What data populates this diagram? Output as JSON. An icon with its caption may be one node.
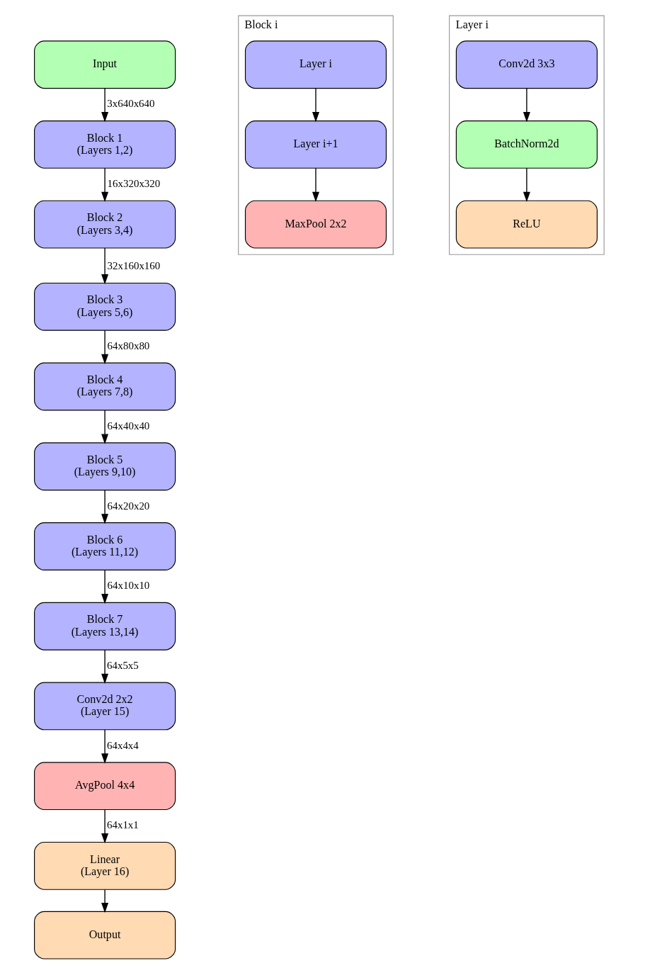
{
  "diagram": {
    "nodes": [
      {
        "text": [
          "Input"
        ]
      },
      {
        "text": [
          "Block 1",
          "(Layers 1,2)"
        ]
      },
      {
        "text": [
          "Block 2",
          "(Layers 3,4)"
        ]
      },
      {
        "text": [
          "Block 3",
          "(Layers 5,6)"
        ]
      },
      {
        "text": [
          "Block 4",
          "(Layers 7,8)"
        ]
      },
      {
        "text": [
          "Block 5",
          "(Layers 9,10)"
        ]
      },
      {
        "text": [
          "Block 6",
          "(Layers 11,12)"
        ]
      },
      {
        "text": [
          "Block 7",
          "(Layers 13,14)"
        ]
      },
      {
        "text": [
          "Conv2d 2x2",
          "(Layer 15)"
        ]
      },
      {
        "text": [
          "AvgPool 4x4"
        ]
      },
      {
        "text": [
          "Linear",
          "(Layer 16)"
        ]
      },
      {
        "text": [
          "Output"
        ]
      },
      {
        "text": [
          "Block i"
        ]
      },
      {
        "text": [
          "Layer i"
        ],
        "in": 12
      },
      {
        "text": [
          "Layer i+1"
        ],
        "in": 12
      },
      {
        "text": [
          "MaxPool 2x2"
        ],
        "in": 12
      },
      {
        "text": [
          "Layer i"
        ]
      },
      {
        "text": [
          "Conv2d 3x3"
        ],
        "in": 16
      },
      {
        "text": [
          "BatchNorm2d"
        ],
        "in": 16
      },
      {
        "text": [
          "ReLU"
        ],
        "in": 16
      }
    ],
    "edges": [
      {
        "from": 0,
        "to": 1,
        "arrow": "to",
        "label": "3x640x640"
      },
      {
        "from": 1,
        "to": 2,
        "arrow": "to",
        "label": "16x320x320"
      },
      {
        "from": 2,
        "to": 3,
        "arrow": "to",
        "label": "32x160x160"
      },
      {
        "from": 3,
        "to": 4,
        "arrow": "to",
        "label": "64x80x80"
      },
      {
        "from": 4,
        "to": 5,
        "arrow": "to",
        "label": "64x40x40"
      },
      {
        "from": 5,
        "to": 6,
        "arrow": "to",
        "label": "64x20x20"
      },
      {
        "from": 6,
        "to": 7,
        "arrow": "to",
        "label": "64x10x10"
      },
      {
        "from": 7,
        "to": 8,
        "arrow": "to",
        "label": "64x5x5"
      },
      {
        "from": 8,
        "to": 9,
        "arrow": "to",
        "label": "64x4x4"
      },
      {
        "from": 9,
        "to": 10,
        "arrow": "to",
        "label": "64x1x1"
      },
      {
        "from": 10,
        "to": 11,
        "arrow": "to"
      },
      {
        "from": 13,
        "to": 14,
        "arrow": "to"
      },
      {
        "from": 14,
        "to": 15,
        "arrow": "to"
      },
      {
        "from": 17,
        "to": 18,
        "arrow": "to"
      },
      {
        "from": 18,
        "to": 19,
        "arrow": "to"
      }
    ]
  }
}
